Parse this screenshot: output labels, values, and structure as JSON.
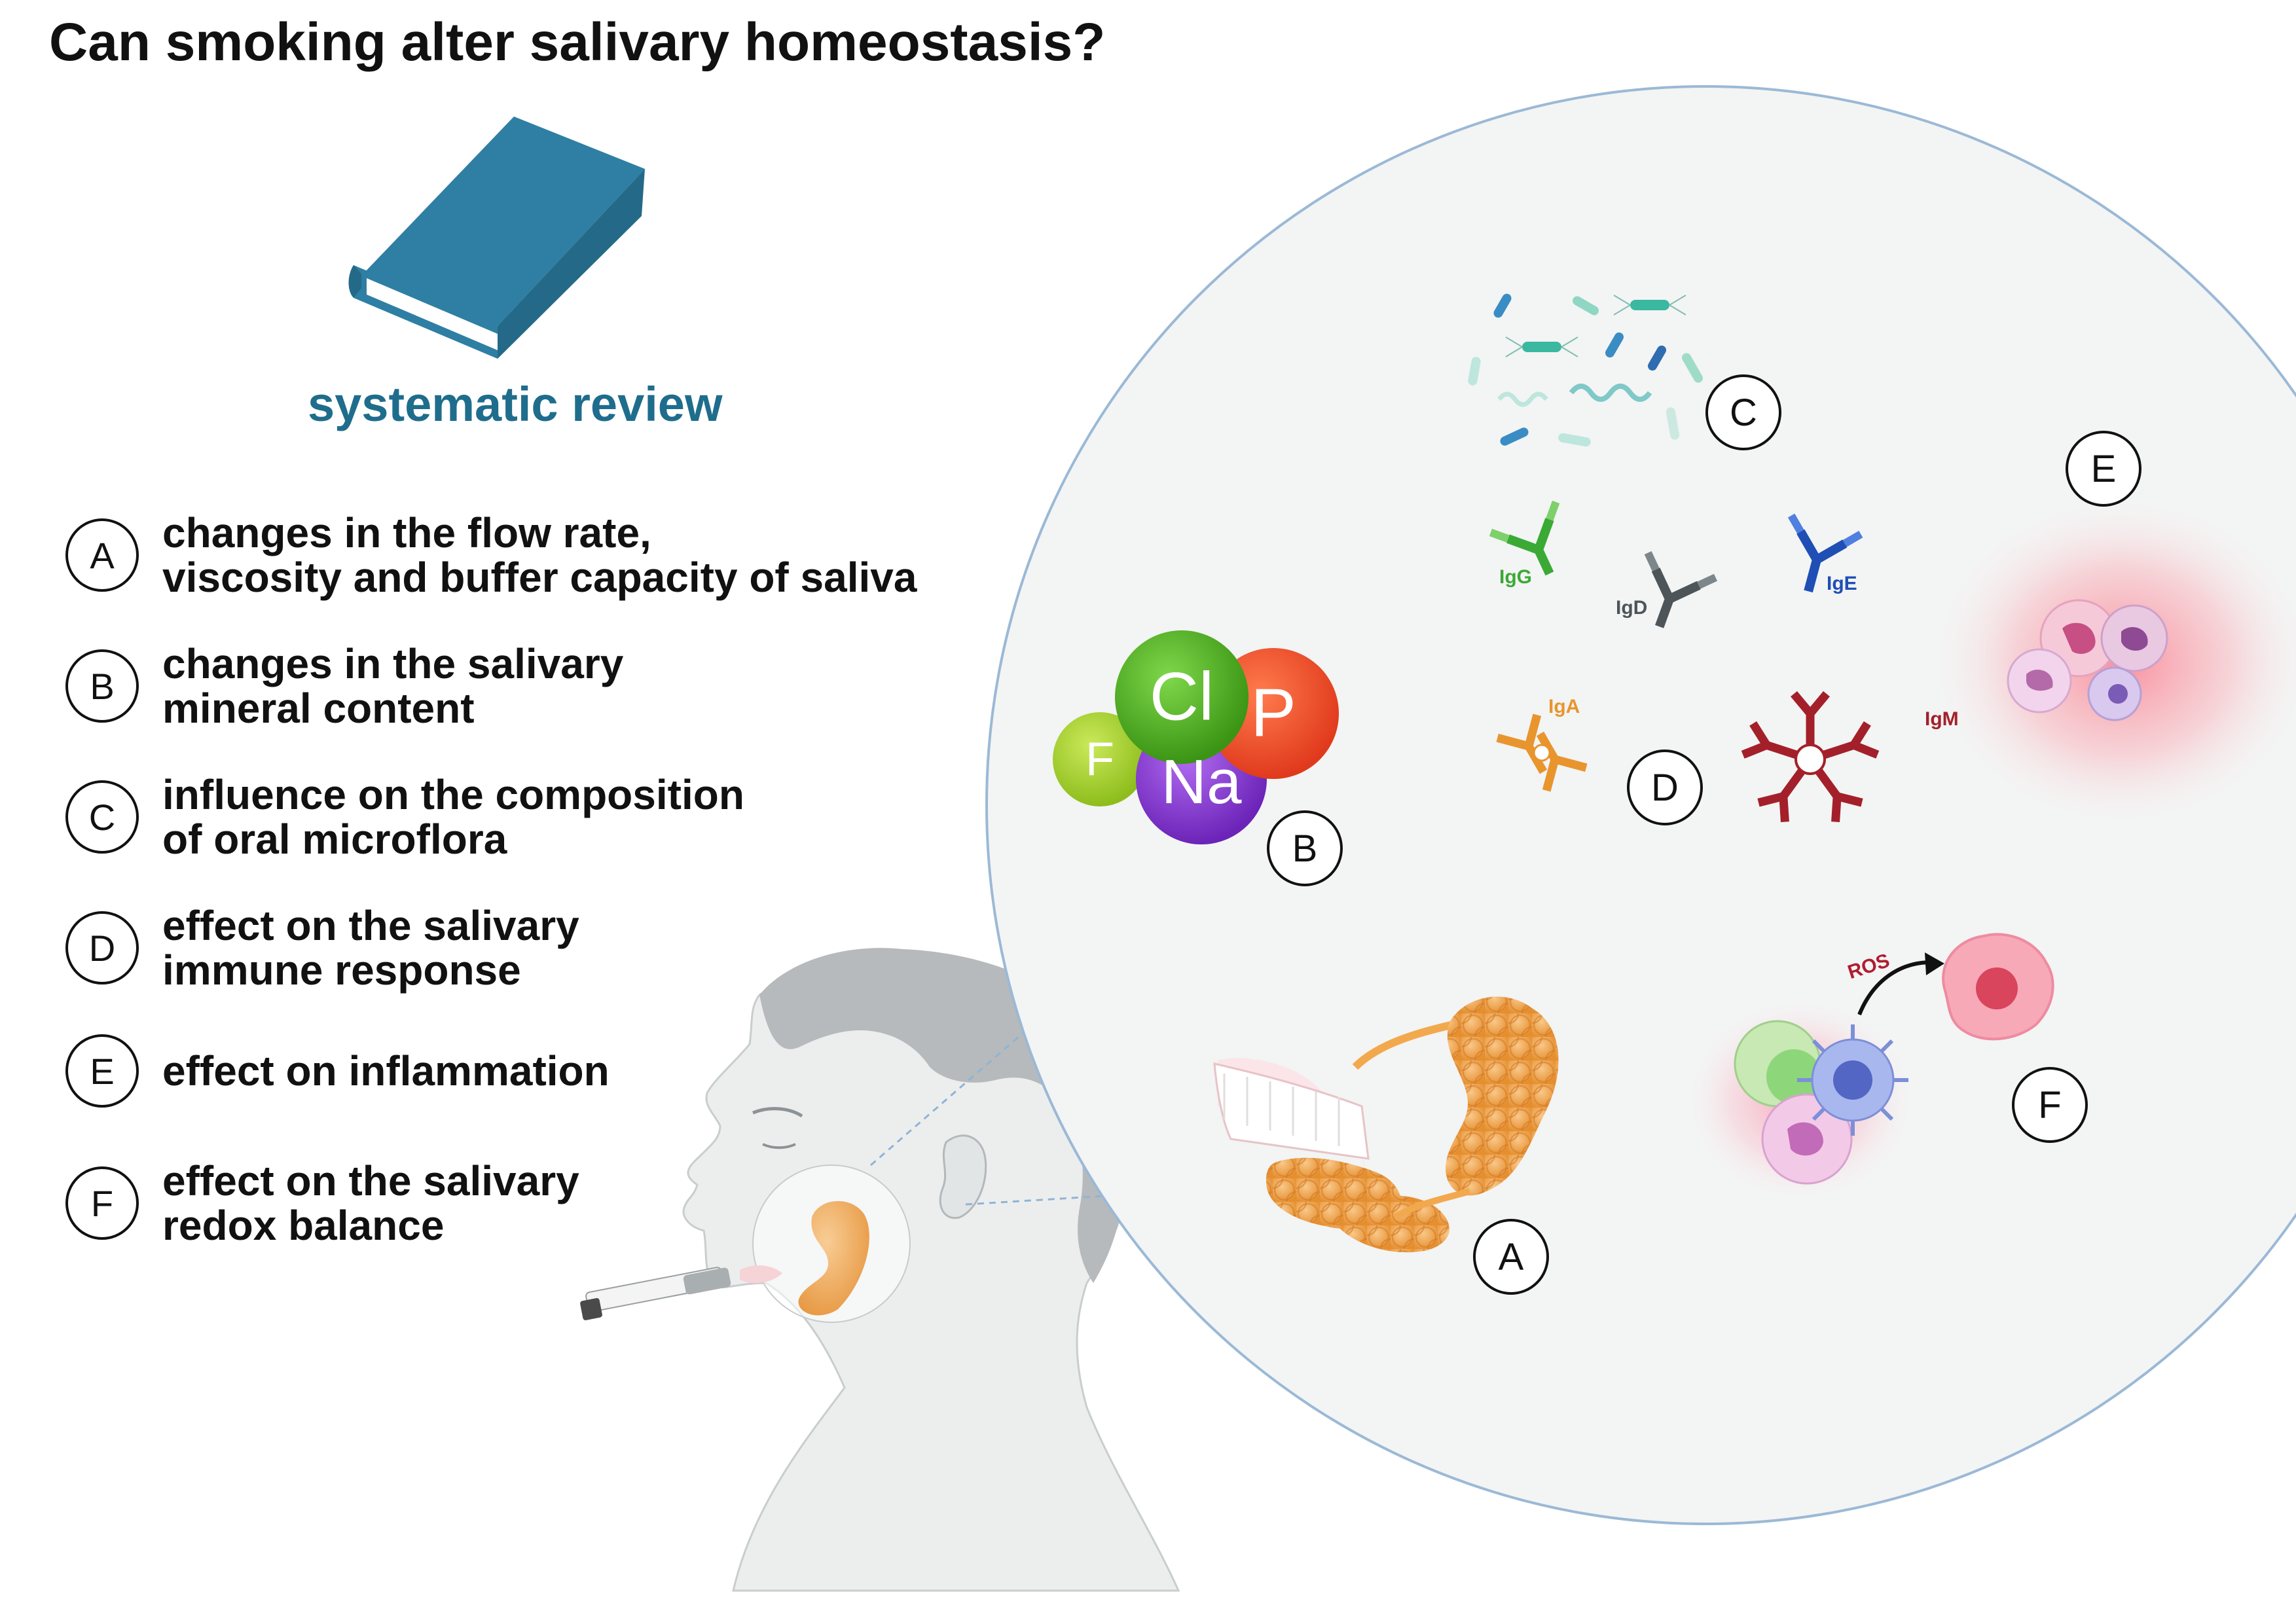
{
  "title": "Can smoking alter salivary homeostasis?",
  "review_label": "systematic review",
  "legend": [
    {
      "letter": "A",
      "lines": [
        "changes in the flow rate,",
        "viscosity and buffer capacity of saliva"
      ]
    },
    {
      "letter": "B",
      "lines": [
        "changes in the salivary",
        "mineral content"
      ]
    },
    {
      "letter": "C",
      "lines": [
        "influence on the composition",
        "of oral microflora"
      ]
    },
    {
      "letter": "D",
      "lines": [
        "effect on the salivary",
        "immune response"
      ]
    },
    {
      "letter": "E",
      "lines": [
        "effect on inflammation"
      ]
    },
    {
      "letter": "F",
      "lines": [
        "effect on the salivary",
        "redox balance"
      ]
    }
  ],
  "minerals": {
    "cl": "Cl",
    "p": "P",
    "f": "F",
    "na": "Na"
  },
  "immunoglobulins": {
    "igg": "IgG",
    "igd": "IgD",
    "ige": "IgE",
    "iga": "IgA",
    "igm": "IgM"
  },
  "ros_label": "ROS",
  "markers": {
    "a": "A",
    "b": "B",
    "c": "C",
    "d": "D",
    "e": "E",
    "f": "F"
  },
  "colors": {
    "book": "#2e7fa3",
    "review_text": "#1f6d8c",
    "circle_fill": "#f3f4f4",
    "circle_stroke": "#9bb9d6",
    "cl": "#4caa1e",
    "p": "#ee4a28",
    "f": "#a7d12e",
    "na": "#8a3fd1",
    "igg": "#3aaa35",
    "igd": "#4d5559",
    "ige": "#1f4fb5",
    "iga": "#e8952e",
    "igm": "#a3202a",
    "gland": "#f2a94e",
    "head": "#d7dadb"
  }
}
